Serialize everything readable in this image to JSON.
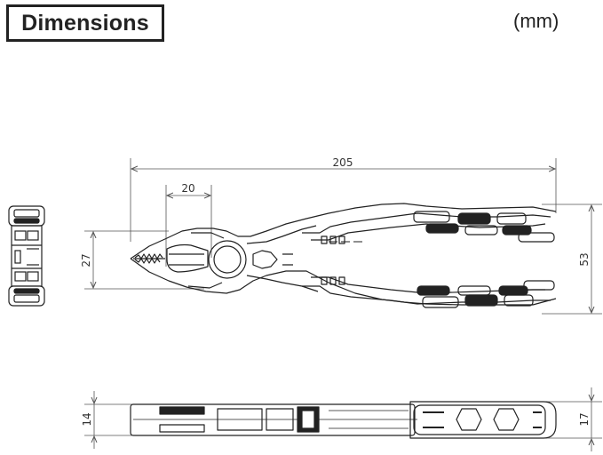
{
  "header": {
    "title": "Dimensions",
    "unit": "(mm)"
  },
  "dimensions": {
    "overall_length": "205",
    "jaw_length": "20",
    "head_width": "27",
    "handle_span": "53",
    "head_thickness": "14",
    "handle_thickness": "17"
  },
  "colors": {
    "line": "#222222",
    "dim_line": "#555555",
    "background": "#ffffff"
  }
}
